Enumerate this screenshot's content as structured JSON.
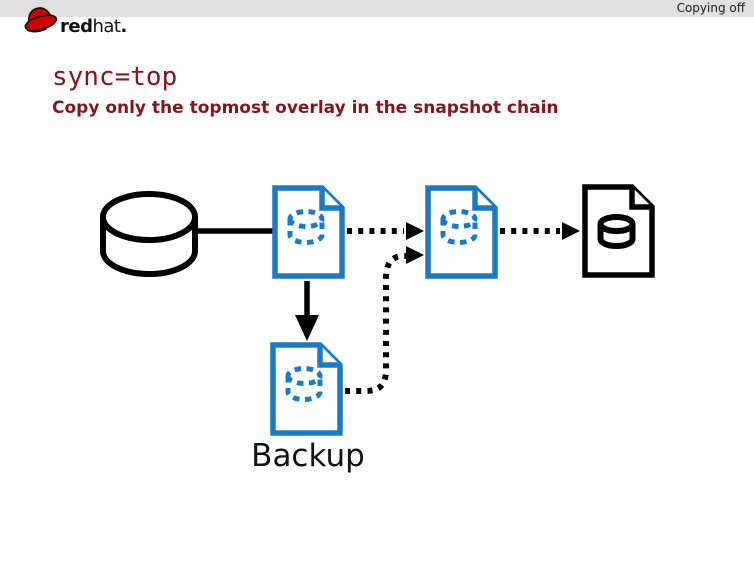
{
  "colors": {
    "accent_blue": "#1a7ac4",
    "dark_red": "#841619",
    "bar_gray": "#e0e0e0",
    "logo_red": "#cc0000"
  },
  "header": {
    "status": "Copying off"
  },
  "logo": {
    "bold": "red",
    "light": "hat",
    "dot": "."
  },
  "slide": {
    "title": "sync=top",
    "subtitle": "Copy only the topmost overlay in the snapshot chain"
  },
  "diagram": {
    "backup_label": "Backup",
    "icons": {
      "disk_cylinder_icon": "black outlined cylinder shape",
      "overlay_file_icon": "blue document with dashed cylinder",
      "target_file_icon": "black document with solid cylinder",
      "redhat_fedora_icon": "red fedora hat logo"
    }
  }
}
